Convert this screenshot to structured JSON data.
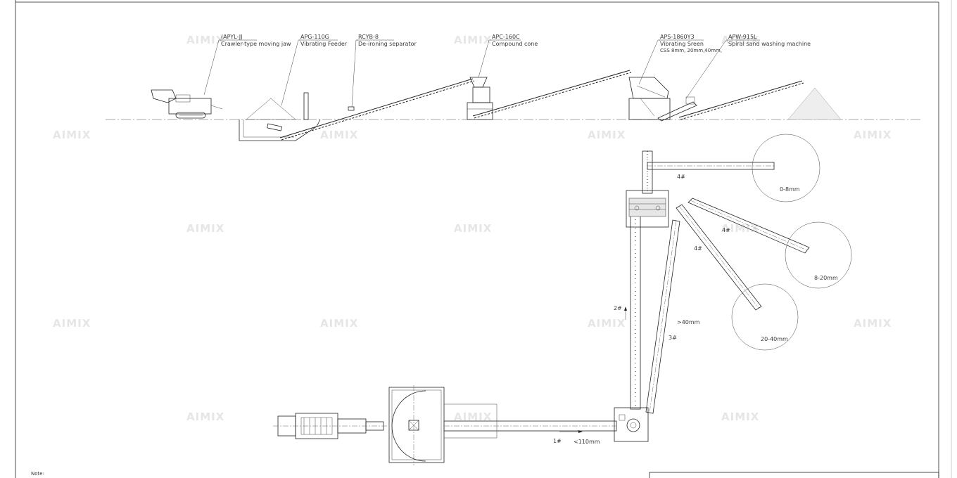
{
  "colors": {
    "line": "#222222",
    "text": "#3a3a3a",
    "watermark": "#e6e6e6",
    "background": "#ffffff"
  },
  "watermark_text": "AIMIX",
  "equipment": [
    {
      "model": "(APYL-JJ",
      "name": "Crawler-type moving jaw"
    },
    {
      "model": "APG-110G",
      "name": "Vibrating Feeder"
    },
    {
      "model": "RCYB-8",
      "name": "De-ironing separator"
    },
    {
      "model": "APC-160C",
      "name": "Compound cone"
    },
    {
      "model": "APS-1860Y3",
      "name": "Vibrating Sreen",
      "note": "CSS 8mm, 20mm,40mm,"
    },
    {
      "model": "APW-915L",
      "name": "Spiral sand washing machine"
    }
  ],
  "conveyors": {
    "c1": "1#",
    "c1_size": "<110mm",
    "c2": "2#",
    "c3": "3#",
    "c3_size": ">40mm",
    "c4a": "4#",
    "c4b": "4#",
    "c4c": "4#"
  },
  "stockpiles": {
    "s1": "0-8mm",
    "s2": "8-20mm",
    "s3": "20-40mm"
  },
  "note_label": "Note:"
}
